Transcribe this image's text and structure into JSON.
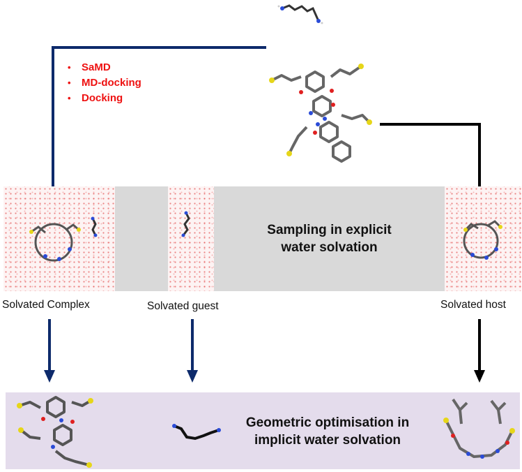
{
  "methods": [
    "SaMD",
    "MD-docking",
    "Docking"
  ],
  "panels": {
    "explicit_sampling": "Sampling in explicit water solvation",
    "implicit_optimisation": "Geometric optimisation in implicit water solvation"
  },
  "captions": {
    "complex": "Solvated Complex",
    "guest": "Solvated guest",
    "host": "Solvated host"
  },
  "colors": {
    "navy_line": "#0d2a6b",
    "black_line": "#000000",
    "methods_text": "#ee1111",
    "gray_panel": "#d9d9d9",
    "purple_band": "#e4dcec"
  },
  "icons": [
    "guest-molecule-icon",
    "host-molecule-icon",
    "complex-molecule-icon",
    "water-box-icon"
  ]
}
